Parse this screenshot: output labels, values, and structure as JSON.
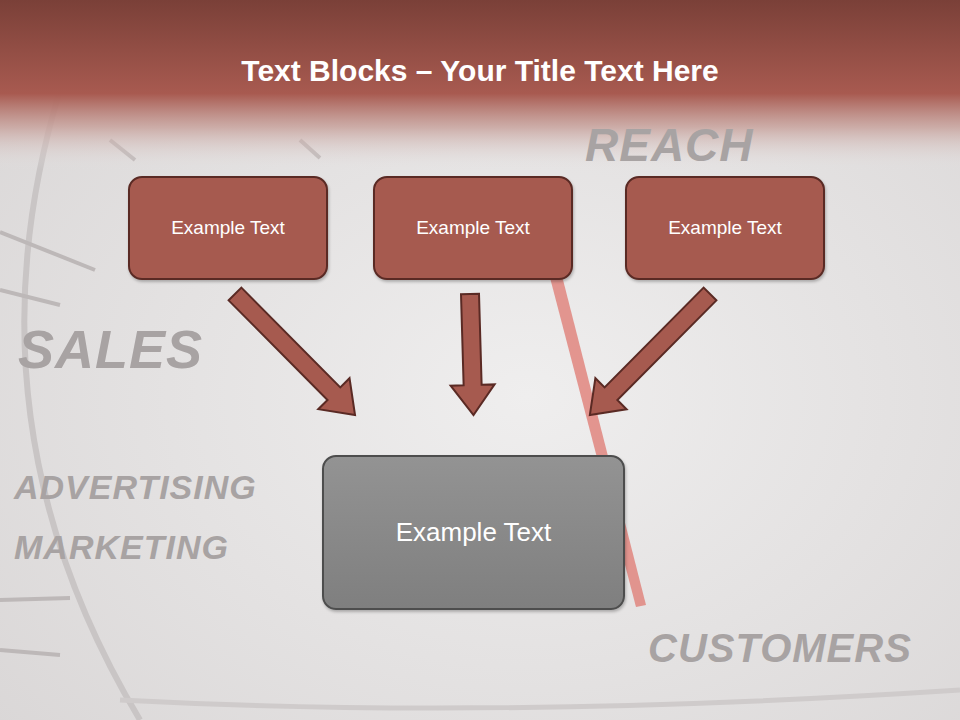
{
  "diagram": {
    "title": "Text Blocks – Your Title Text Here",
    "nodes": [
      {
        "text": [
          "Example Text"
        ]
      },
      {
        "text": [
          "Example Text"
        ]
      },
      {
        "text": [
          "Example Text"
        ]
      },
      {
        "text": [
          "Example Text"
        ]
      }
    ],
    "edges": [
      {
        "from": 0,
        "to": 3,
        "arrow": "to"
      },
      {
        "from": 1,
        "to": 3,
        "arrow": "to"
      },
      {
        "from": 2,
        "to": 3,
        "arrow": "to"
      }
    ],
    "labels": [
      "REACH",
      "CUSTOMERS",
      "SALES",
      "ADVERTISING",
      "MARKETING"
    ]
  }
}
